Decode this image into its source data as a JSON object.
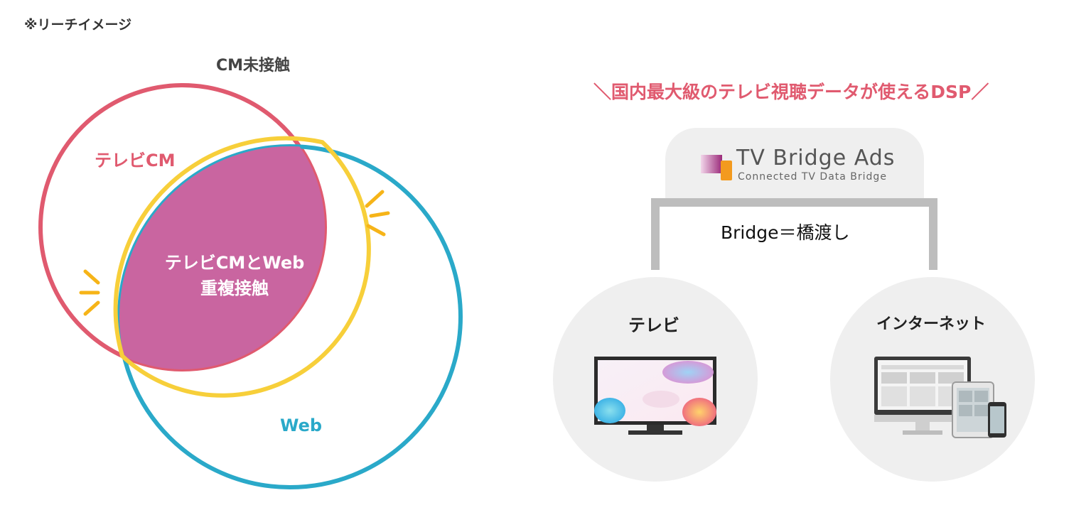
{
  "note": "※リーチイメージ",
  "venn": {
    "outside_label": "CM未接触",
    "set_tv_label": "テレビCM",
    "set_web_label": "Web",
    "overlap_line1": "テレビCMとWeb",
    "overlap_line2": "重複接触"
  },
  "headline": "＼国内最大級のテレビ視聴データが使えるDSP／",
  "logo": {
    "title": "TV Bridge Ads",
    "subtitle": "Connected TV Data Bridge"
  },
  "bridge_caption": "Bridge＝橋渡し",
  "nodes": {
    "tv_label": "テレビ",
    "internet_label": "インターネット"
  },
  "colors": {
    "tv_circle": "#e05a6f",
    "web_circle": "#2aa9c9",
    "overlap_fill": "#c965a0",
    "overlap_stroke": "#f7cf3a",
    "spark": "#f6b418",
    "headline": "#e05a6f",
    "bridge": "#bdbdbd",
    "node_bg": "#efefef"
  }
}
